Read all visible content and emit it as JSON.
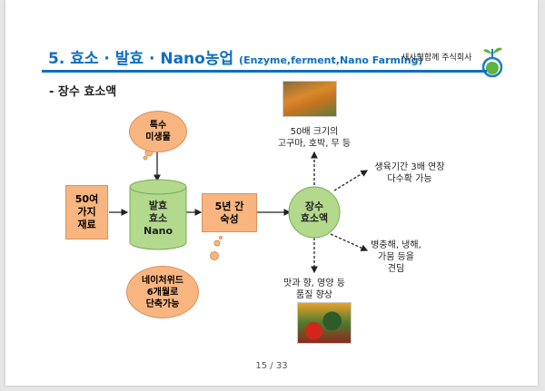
{
  "header": {
    "title": "5. 효소 · 발효 · Nano농업",
    "title_en": "(Enzyme,ferment,Nano Farming)",
    "company": "새사협함께 주식회사"
  },
  "subtitle": "- 장수 효소액",
  "diagram": {
    "input_box": "50여\n가지\n재료",
    "microbe_cloud": "특수\n미생물",
    "cylinder": "발효\n효소\nNano",
    "aging_box": "5년 간\n숙성",
    "nature_cloud": "네이처위드\n6개월로\n단축가능",
    "center": "장수\n효소액",
    "out_top": "50배 크기의\n고구마, 호박, 무 등",
    "out_right": "생육기간 3배 연장\n다수확 가능",
    "out_lower_right": "병충해, 냉해,\n가뭄 등을\n견딤",
    "out_bottom": "맛과 향, 영양 등\n품질 향상"
  },
  "colors": {
    "accent": "#0d6fc0",
    "box": "#f8b57f",
    "green": "#b3d98c"
  },
  "page": "15 / 33"
}
